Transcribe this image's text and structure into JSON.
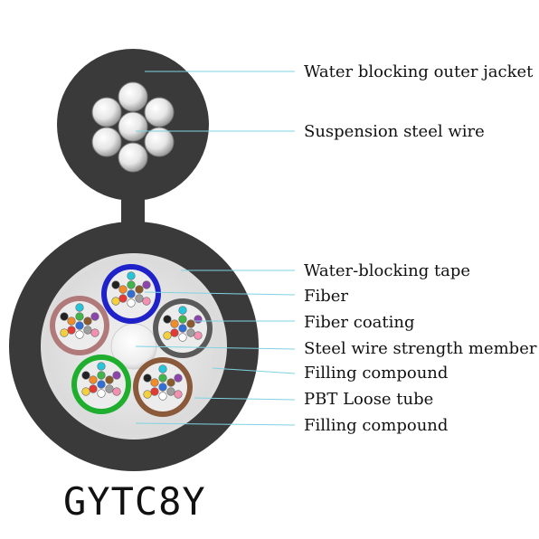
{
  "labels": [
    "Water blocking outer jacket",
    "Suspension steel wire",
    "Water-blocking tape",
    "Fiber",
    "Fiber coating",
    "Steel wire strength member",
    "Filling compound",
    "PBT Loose tube",
    "Filling compound"
  ],
  "model_name": "GYTC8Y",
  "colors": {
    "jacket": "#3a3a3a",
    "leader_line": "#7fd3e3",
    "tube_blue": "#1f22c9",
    "tube_red": "#b07a7a",
    "tube_gray": "#5a5a5a",
    "tube_green": "#1fae2e",
    "tube_brown": "#8a5a3a"
  }
}
